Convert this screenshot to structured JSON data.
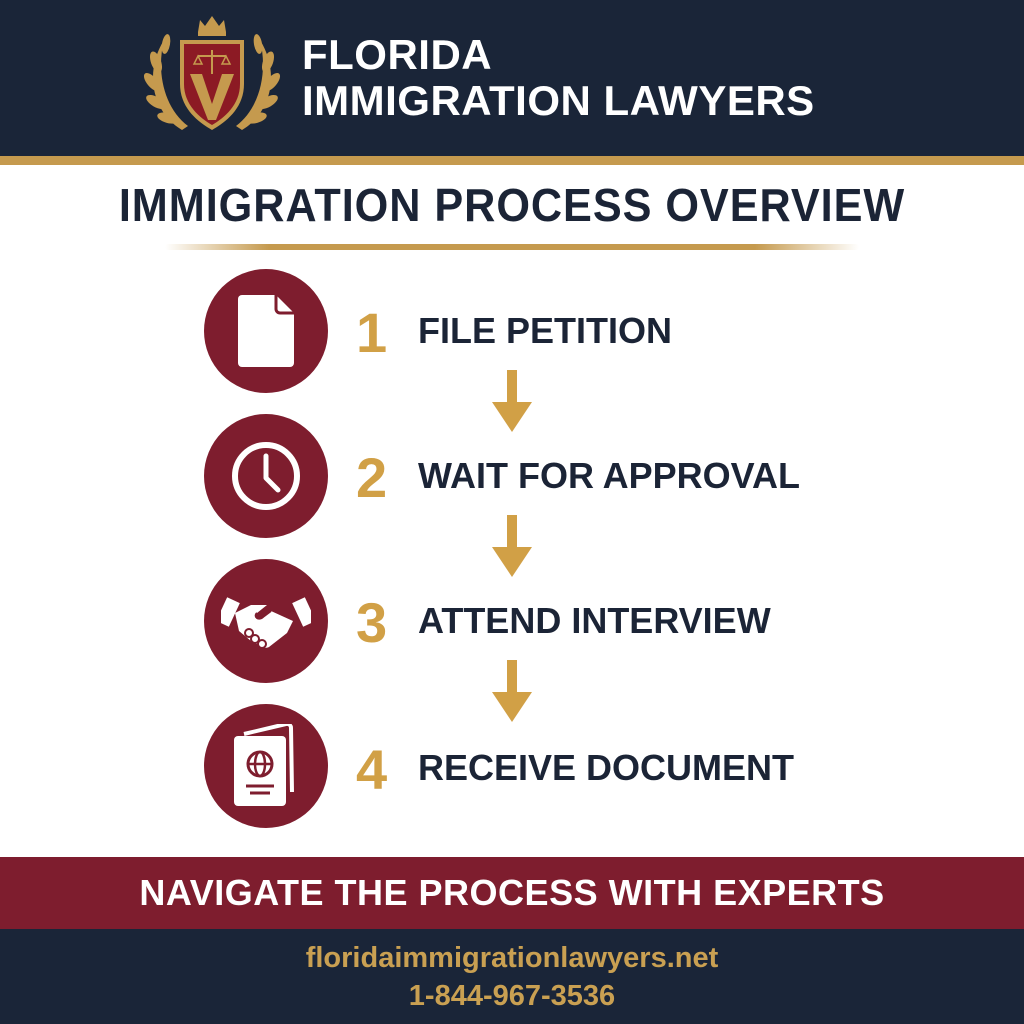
{
  "header": {
    "brand_line1": "FLORIDA",
    "brand_line2": "IMMIGRATION LAWYERS",
    "logo": "crest-logo-icon"
  },
  "title": "IMMIGRATION PROCESS OVERVIEW",
  "steps": [
    {
      "number": "1",
      "label": "FILE PETITION",
      "icon": "document-icon"
    },
    {
      "number": "2",
      "label": "WAIT FOR APPROVAL",
      "icon": "clock-icon"
    },
    {
      "number": "3",
      "label": "ATTEND INTERVIEW",
      "icon": "handshake-icon"
    },
    {
      "number": "4",
      "label": "RECEIVE DOCUMENT",
      "icon": "passport-icon"
    }
  ],
  "banner": {
    "text": "NAVIGATE THE PROCESS WITH EXPERTS"
  },
  "footer": {
    "website": "floridaimmigrationlawyers.net",
    "phone": "1-844-967-3536"
  },
  "colors": {
    "navy": "#1a2538",
    "gold": "#c59a4e",
    "maroon": "#7e1d2e",
    "white": "#ffffff"
  }
}
